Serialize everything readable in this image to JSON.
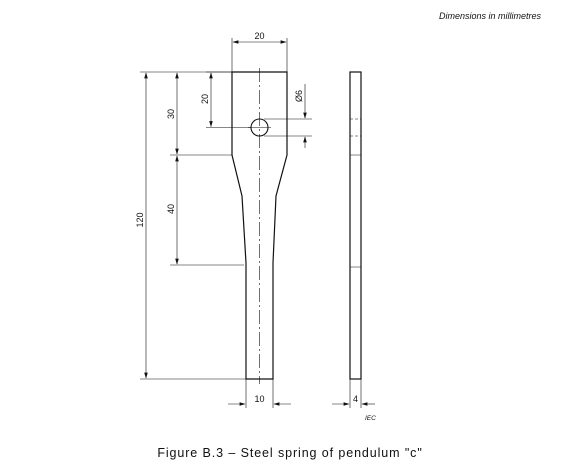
{
  "header_note": "Dimensions in millimetres",
  "caption": "Figure B.3 – Steel spring of pendulum \"c\"",
  "watermark": "IEC",
  "dimensions": {
    "top_width": "20",
    "hole_offset": "20",
    "hole_diameter": "Ø6",
    "top_section": "30",
    "taper_length": "40",
    "total_length": "120",
    "bottom_width": "10",
    "thickness": "4"
  }
}
